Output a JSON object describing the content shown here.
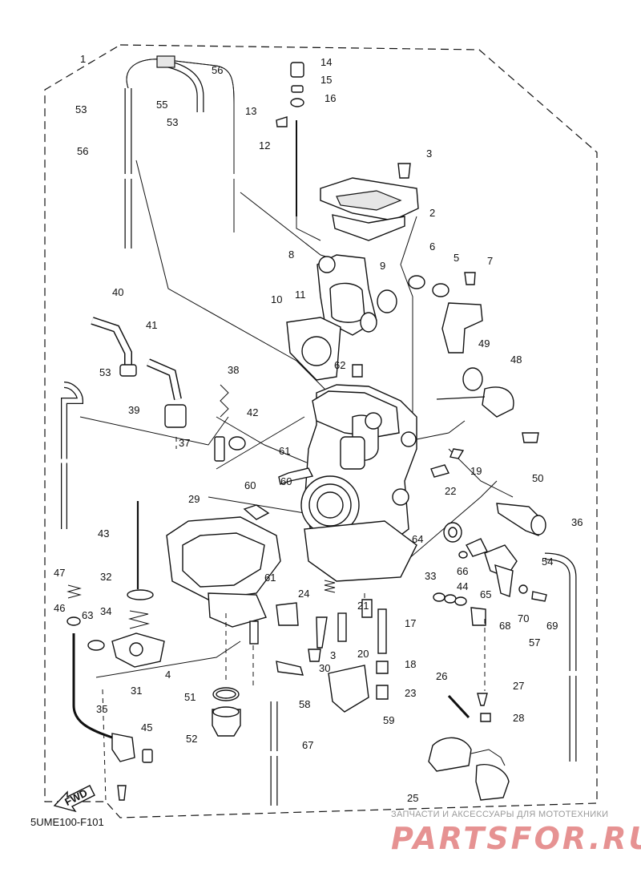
{
  "diagram": {
    "caption": "5UME100-F101",
    "fwd_label": "FWD",
    "watermark": {
      "subtitle": "ЗАПЧАСТИ И АКСЕССУАРЫ ДЛЯ МОТОТЕХНИКИ",
      "logo": "PARTSFOR.RU"
    },
    "part_labels": [
      "1",
      "2",
      "3",
      "4",
      "5",
      "6",
      "7",
      "8",
      "9",
      "10",
      "11",
      "12",
      "13",
      "14",
      "15",
      "16",
      "17",
      "18",
      "19",
      "20",
      "21",
      "22",
      "23",
      "24",
      "25",
      "26",
      "27",
      "28",
      "29",
      "30",
      "31",
      "32",
      "33",
      "34",
      "35",
      "36",
      "37",
      "38",
      "39",
      "40",
      "41",
      "42",
      "43",
      "44",
      "45",
      "46",
      "47",
      "48",
      "49",
      "50",
      "51",
      "52",
      "53",
      "54",
      "55",
      "56",
      "57",
      "58",
      "59",
      "60",
      "61",
      "62",
      "63",
      "64",
      "65",
      "66",
      "67",
      "68",
      "69",
      "70"
    ],
    "colors": {
      "line": "#111111",
      "watermark": "#d33a3a"
    }
  }
}
